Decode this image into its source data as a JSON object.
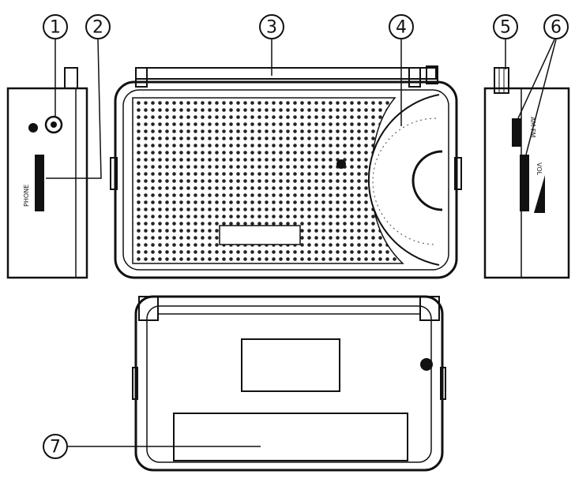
{
  "callouts": [
    {
      "id": "c1",
      "label": "1"
    },
    {
      "id": "c2",
      "label": "2"
    },
    {
      "id": "c3",
      "label": "3"
    },
    {
      "id": "c4",
      "label": "4"
    },
    {
      "id": "c5",
      "label": "5"
    },
    {
      "id": "c6",
      "label": "6"
    },
    {
      "id": "c7",
      "label": "7"
    }
  ],
  "left_side_label": "PHONE",
  "right_side_labels": {
    "band": "AM FM",
    "volume": "VOL"
  }
}
